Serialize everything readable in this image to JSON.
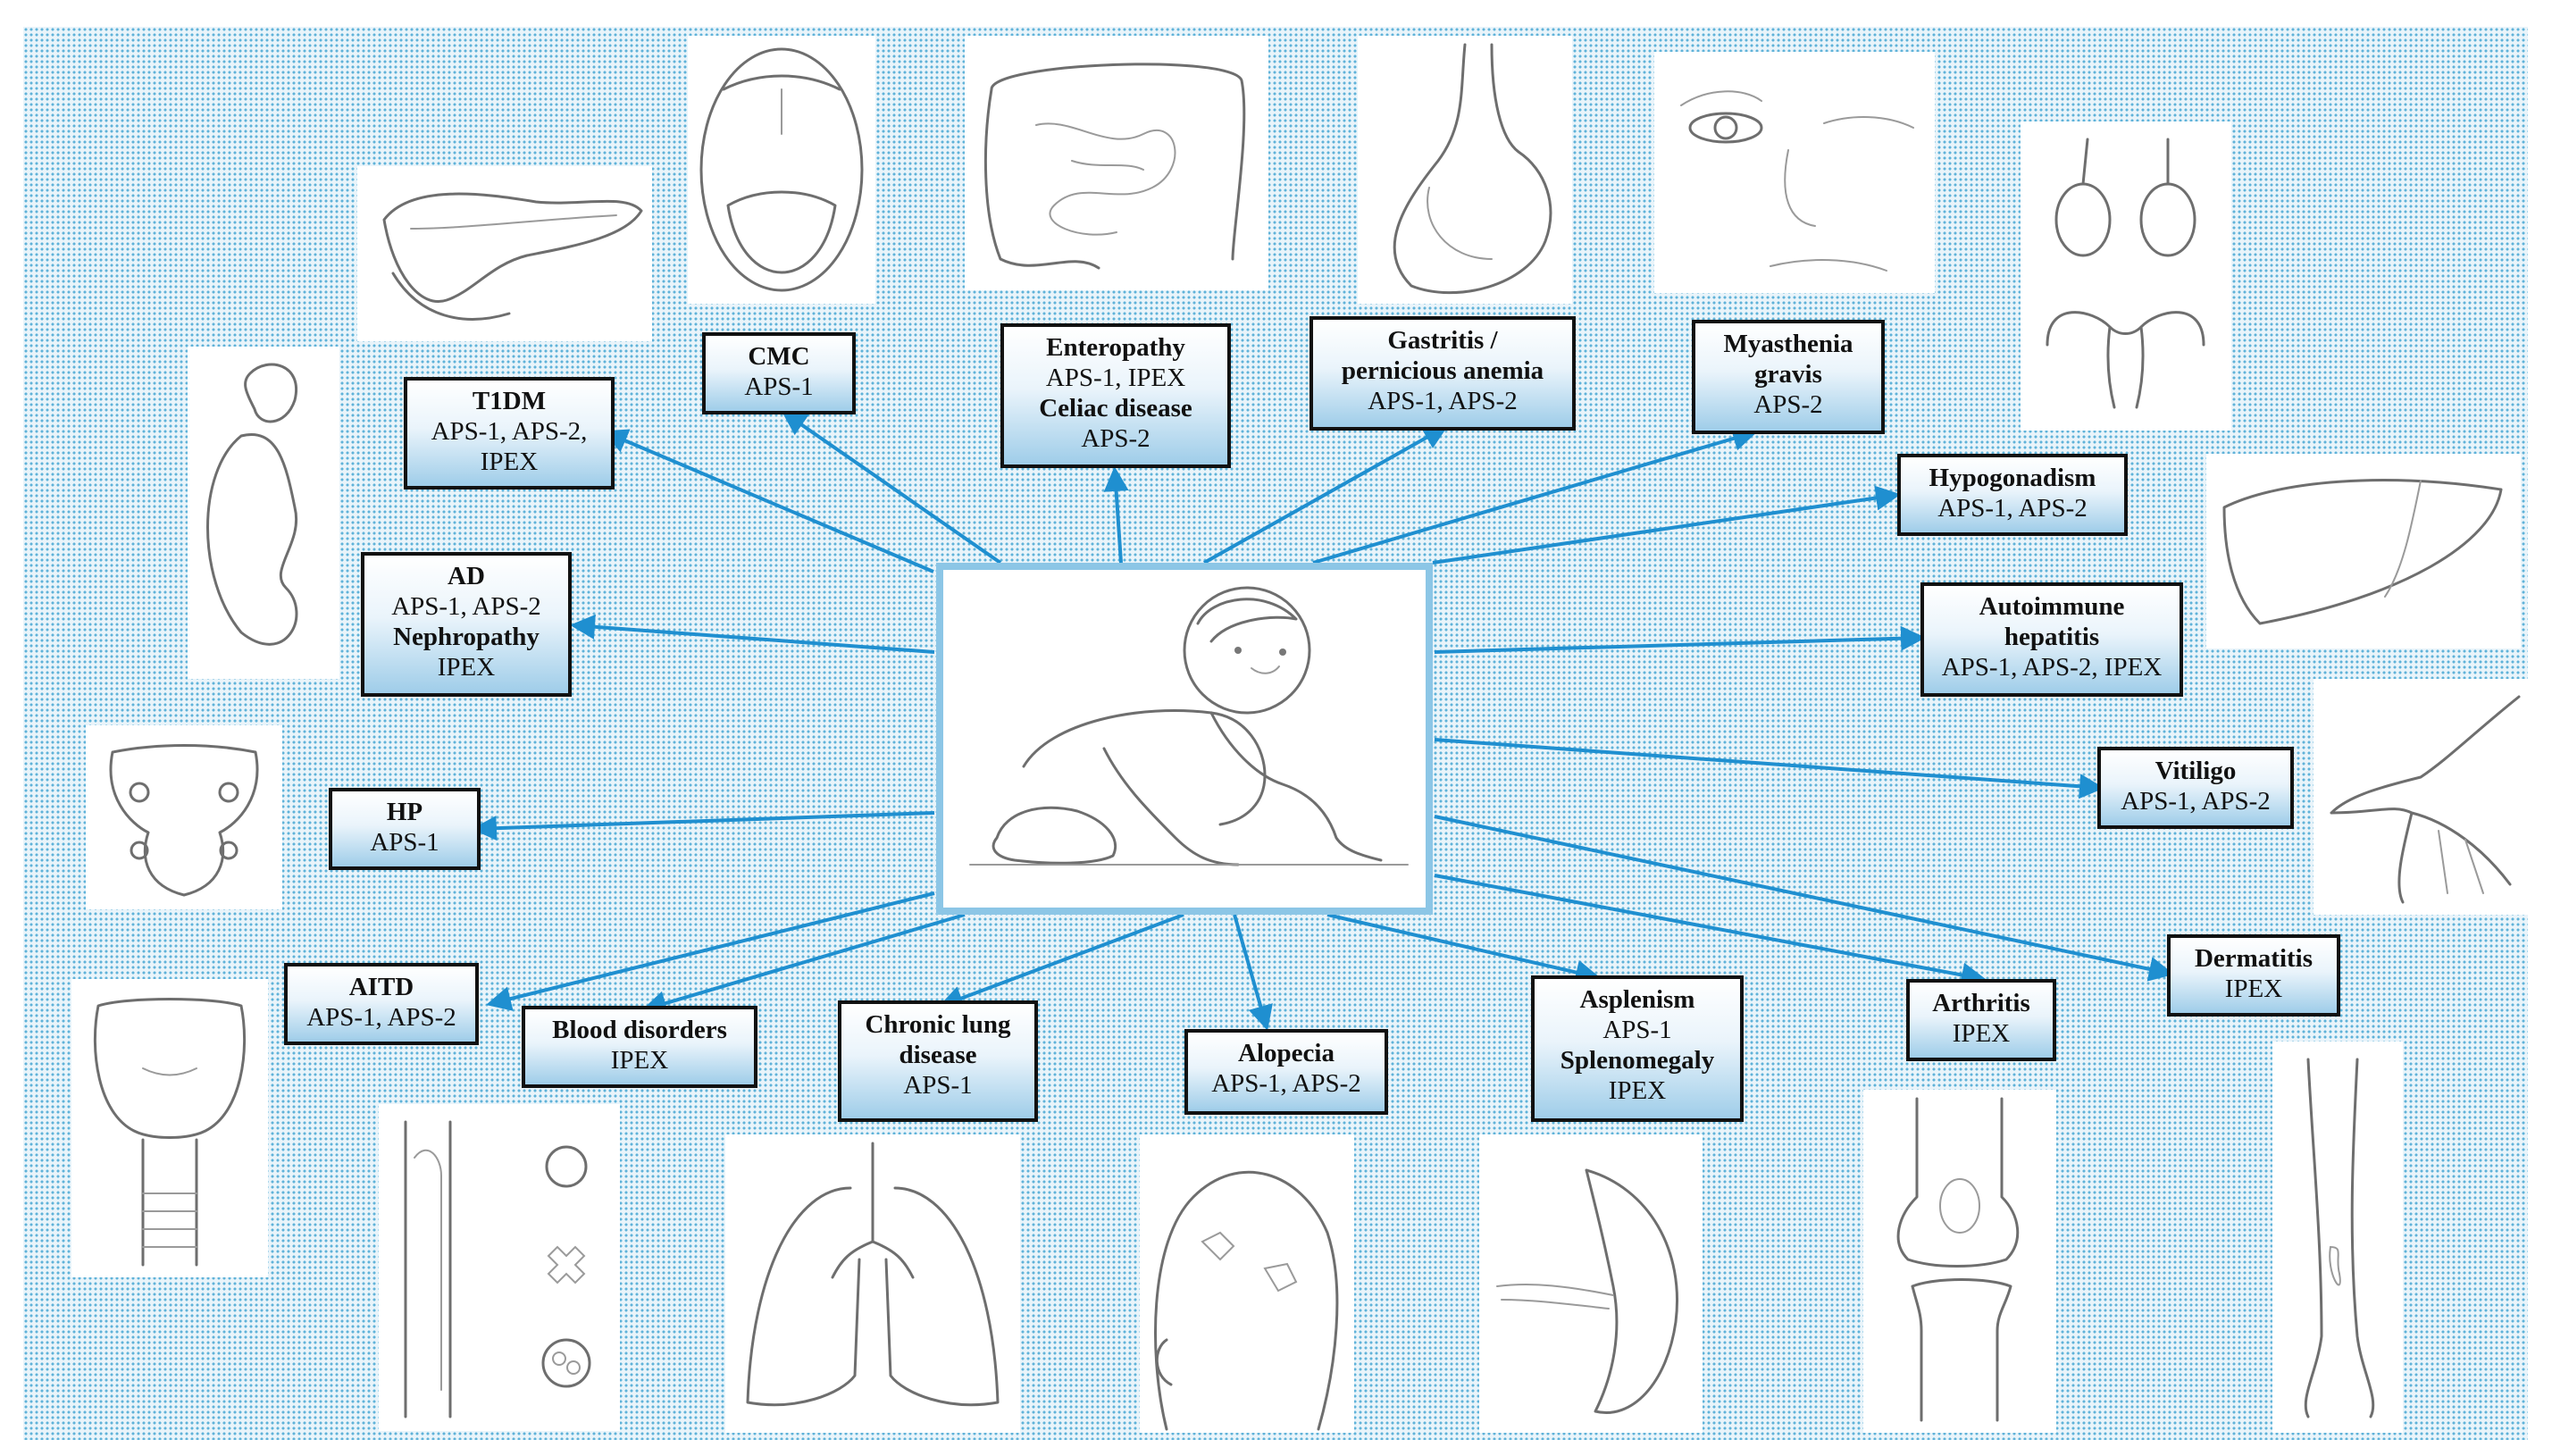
{
  "accent_color": "#1f8fd0",
  "background_pattern_color": "#5fb2d9",
  "center": {
    "icon": "crawling-baby-icon"
  },
  "illustrations": [
    "pancreas-icon",
    "mouth-tongue-icon",
    "intestine-icon",
    "stomach-icon",
    "face-eye-icon",
    "gonads-uterus-icon",
    "adrenal-kidney-icon",
    "liver-icon",
    "parathyroid-icon",
    "hand-icon",
    "thyroid-trachea-icon",
    "blood-cells-icon",
    "lungs-icon",
    "head-alopecia-icon",
    "spleen-icon",
    "knee-joint-icon",
    "arm-icon"
  ],
  "boxes": {
    "t1dm": {
      "title": "T1DM",
      "lines": [
        "APS-1, APS-2,",
        "IPEX"
      ]
    },
    "cmc": {
      "title": "CMC",
      "lines": [
        "APS-1"
      ]
    },
    "enteropathy": {
      "title": "Enteropathy",
      "line1": "APS-1, IPEX",
      "title2": "Celiac disease",
      "line2": "APS-2"
    },
    "gastritis": {
      "title_lines": [
        "Gastritis /",
        "pernicious anemia"
      ],
      "line": "APS-1, APS-2"
    },
    "myasthenia": {
      "title_lines": [
        "Myasthenia",
        "gravis"
      ],
      "line": "APS-2"
    },
    "hypogonadism": {
      "title": "Hypogonadism",
      "line": "APS-1, APS-2"
    },
    "autoimmune_hepatitis": {
      "title_lines": [
        "Autoimmune",
        "hepatitis"
      ],
      "line": "APS-1, APS-2, IPEX"
    },
    "ad": {
      "title": "AD",
      "line1": "APS-1, APS-2",
      "title2": "Nephropathy",
      "line2": "IPEX"
    },
    "hp": {
      "title": "HP",
      "line": "APS-1"
    },
    "vitiligo": {
      "title": "Vitiligo",
      "line": "APS-1, APS-2"
    },
    "aitd": {
      "title": "AITD",
      "line": "APS-1, APS-2"
    },
    "blood": {
      "title": "Blood disorders",
      "line": "IPEX"
    },
    "lung": {
      "title_lines": [
        "Chronic lung",
        "disease"
      ],
      "line": "APS-1"
    },
    "alopecia": {
      "title": "Alopecia",
      "line": "APS-1, APS-2"
    },
    "asplenism": {
      "title": "Asplenism",
      "line1": "APS-1",
      "title2": "Splenomegaly",
      "line2": "IPEX"
    },
    "arthritis": {
      "title": "Arthritis",
      "line": "IPEX"
    },
    "dermatitis": {
      "title": "Dermatitis",
      "line": "IPEX"
    }
  }
}
